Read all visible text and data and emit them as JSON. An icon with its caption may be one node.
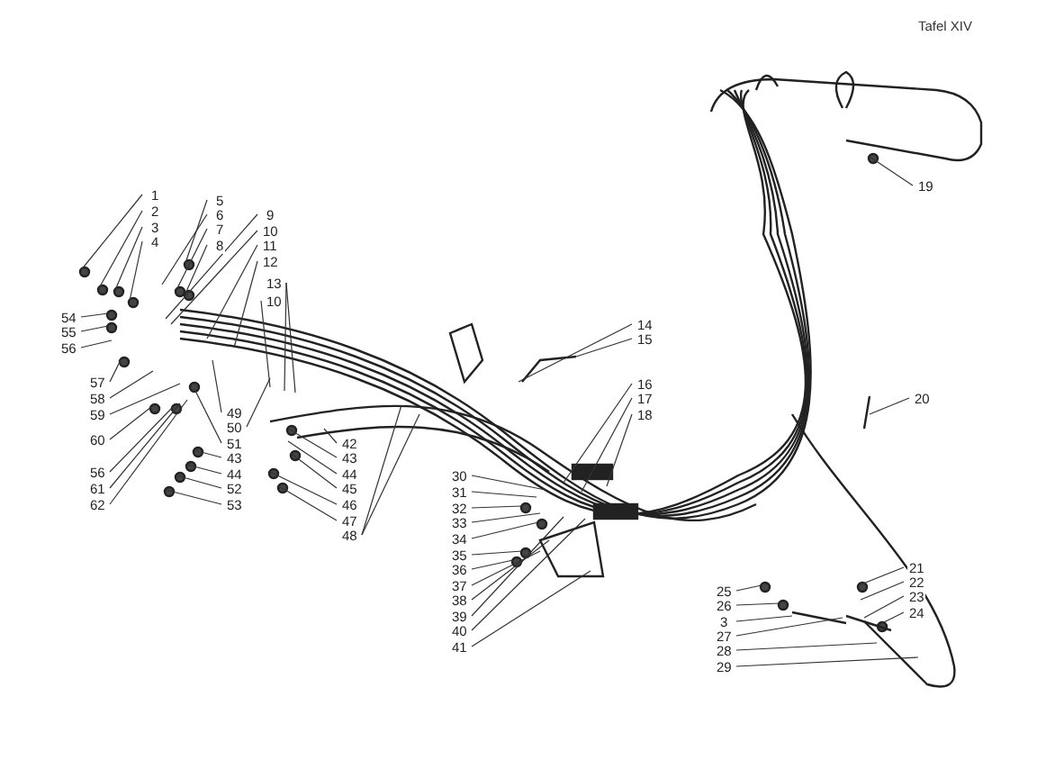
{
  "diagram": {
    "nodes": [
      {
        "text": [
          "1"
        ]
      },
      {
        "text": [
          "2"
        ]
      },
      {
        "text": [
          "3"
        ]
      },
      {
        "text": [
          "4"
        ]
      },
      {
        "text": [
          "5"
        ]
      },
      {
        "text": [
          "6"
        ]
      },
      {
        "text": [
          "7"
        ]
      },
      {
        "text": [
          "8"
        ]
      },
      {
        "text": [
          "9"
        ]
      },
      {
        "text": [
          "10"
        ]
      },
      {
        "text": [
          "11"
        ]
      },
      {
        "text": [
          "12"
        ]
      },
      {
        "text": [
          "13"
        ]
      },
      {
        "text": [
          "10"
        ]
      },
      {
        "text": [
          "54"
        ]
      },
      {
        "text": [
          "55"
        ]
      },
      {
        "text": [
          "56"
        ]
      },
      {
        "text": [
          "57"
        ]
      },
      {
        "text": [
          "58"
        ]
      },
      {
        "text": [
          "59"
        ]
      },
      {
        "text": [
          "60"
        ]
      },
      {
        "text": [
          "56"
        ]
      },
      {
        "text": [
          "61"
        ]
      },
      {
        "text": [
          "62"
        ]
      },
      {
        "text": [
          "49"
        ]
      },
      {
        "text": [
          "50"
        ]
      },
      {
        "text": [
          "51"
        ]
      },
      {
        "text": [
          "43"
        ]
      },
      {
        "text": [
          "44"
        ]
      },
      {
        "text": [
          "52"
        ]
      },
      {
        "text": [
          "53"
        ]
      },
      {
        "text": [
          "42"
        ]
      },
      {
        "text": [
          "43"
        ]
      },
      {
        "text": [
          "44"
        ]
      },
      {
        "text": [
          "45"
        ]
      },
      {
        "text": [
          "46"
        ]
      },
      {
        "text": [
          "47"
        ]
      },
      {
        "text": [
          "48"
        ]
      },
      {
        "text": [
          "14"
        ]
      },
      {
        "text": [
          "15"
        ]
      },
      {
        "text": [
          "16"
        ]
      },
      {
        "text": [
          "17"
        ]
      },
      {
        "text": [
          "18"
        ]
      },
      {
        "text": [
          "30"
        ]
      },
      {
        "text": [
          "31"
        ]
      },
      {
        "text": [
          "32"
        ]
      },
      {
        "text": [
          "33"
        ]
      },
      {
        "text": [
          "34"
        ]
      },
      {
        "text": [
          "35"
        ]
      },
      {
        "text": [
          "36"
        ]
      },
      {
        "text": [
          "37"
        ]
      },
      {
        "text": [
          "38"
        ]
      },
      {
        "text": [
          "39"
        ]
      },
      {
        "text": [
          "40"
        ]
      },
      {
        "text": [
          "41"
        ]
      },
      {
        "text": [
          "19"
        ]
      },
      {
        "text": [
          "20"
        ]
      },
      {
        "text": [
          "21"
        ]
      },
      {
        "text": [
          "22"
        ]
      },
      {
        "text": [
          "23"
        ]
      },
      {
        "text": [
          "24"
        ]
      },
      {
        "text": [
          "25"
        ]
      },
      {
        "text": [
          "26"
        ]
      },
      {
        "text": [
          "3"
        ]
      },
      {
        "text": [
          "27"
        ]
      },
      {
        "text": [
          "28"
        ]
      },
      {
        "text": [
          "29"
        ]
      }
    ],
    "edges": [
      {
        "from": 0,
        "to": null,
        "arrow": "none"
      },
      {
        "from": 1,
        "to": null,
        "arrow": "none"
      },
      {
        "from": 2,
        "to": null,
        "arrow": "none"
      },
      {
        "from": 3,
        "to": null,
        "arrow": "none"
      },
      {
        "from": 4,
        "to": null,
        "arrow": "none"
      },
      {
        "from": 5,
        "to": null,
        "arrow": "none"
      },
      {
        "from": 6,
        "to": null,
        "arrow": "none"
      },
      {
        "from": 7,
        "to": null,
        "arrow": "none"
      },
      {
        "from": 8,
        "to": null,
        "arrow": "none"
      },
      {
        "from": 9,
        "to": null,
        "arrow": "none"
      },
      {
        "from": 10,
        "to": null,
        "arrow": "none"
      },
      {
        "from": 11,
        "to": null,
        "arrow": "none"
      },
      {
        "from": 12,
        "to": null,
        "arrow": "none"
      },
      {
        "from": 12,
        "to": null,
        "arrow": "none"
      },
      {
        "from": 13,
        "to": null,
        "arrow": "none"
      },
      {
        "from": 14,
        "to": null,
        "arrow": "none"
      },
      {
        "from": 15,
        "to": null,
        "arrow": "none"
      },
      {
        "from": 16,
        "to": null,
        "arrow": "none"
      },
      {
        "from": 17,
        "to": null,
        "arrow": "none"
      },
      {
        "from": 18,
        "to": null,
        "arrow": "none"
      },
      {
        "from": 19,
        "to": null,
        "arrow": "none"
      },
      {
        "from": 20,
        "to": null,
        "arrow": "none"
      },
      {
        "from": 21,
        "to": null,
        "arrow": "none"
      },
      {
        "from": 22,
        "to": null,
        "arrow": "none"
      },
      {
        "from": 23,
        "to": null,
        "arrow": "none"
      },
      {
        "from": 24,
        "to": null,
        "arrow": "none"
      },
      {
        "from": 25,
        "to": null,
        "arrow": "none"
      },
      {
        "from": 26,
        "to": null,
        "arrow": "none"
      },
      {
        "from": 27,
        "to": null,
        "arrow": "none"
      },
      {
        "from": 28,
        "to": null,
        "arrow": "none"
      },
      {
        "from": 29,
        "to": null,
        "arrow": "none"
      },
      {
        "from": 30,
        "to": null,
        "arrow": "none"
      },
      {
        "from": 31,
        "to": null,
        "arrow": "none"
      },
      {
        "from": 32,
        "to": null,
        "arrow": "none"
      },
      {
        "from": 33,
        "to": null,
        "arrow": "none"
      },
      {
        "from": 34,
        "to": null,
        "arrow": "none"
      },
      {
        "from": 35,
        "to": null,
        "arrow": "none"
      },
      {
        "from": 36,
        "to": null,
        "arrow": "none"
      },
      {
        "from": 37,
        "to": null,
        "arrow": "none"
      },
      {
        "from": 37,
        "to": null,
        "arrow": "none"
      },
      {
        "from": 38,
        "to": null,
        "arrow": "none"
      },
      {
        "from": 39,
        "to": null,
        "arrow": "none"
      },
      {
        "from": 40,
        "to": null,
        "arrow": "none"
      },
      {
        "from": 41,
        "to": null,
        "arrow": "none"
      },
      {
        "from": 42,
        "to": null,
        "arrow": "none"
      },
      {
        "from": 43,
        "to": null,
        "arrow": "none"
      },
      {
        "from": 44,
        "to": null,
        "arrow": "none"
      },
      {
        "from": 45,
        "to": null,
        "arrow": "none"
      },
      {
        "from": 46,
        "to": null,
        "arrow": "none"
      },
      {
        "from": 47,
        "to": null,
        "arrow": "none"
      },
      {
        "from": 48,
        "to": null,
        "arrow": "none"
      },
      {
        "from": 49,
        "to": null,
        "arrow": "none"
      },
      {
        "from": 50,
        "to": null,
        "arrow": "none"
      },
      {
        "from": 51,
        "to": null,
        "arrow": "none"
      },
      {
        "from": 52,
        "to": null,
        "arrow": "none"
      },
      {
        "from": 53,
        "to": null,
        "arrow": "none"
      },
      {
        "from": 54,
        "to": null,
        "arrow": "none"
      },
      {
        "from": 55,
        "to": null,
        "arrow": "none"
      },
      {
        "from": 56,
        "to": null,
        "arrow": "none"
      },
      {
        "from": 57,
        "to": null,
        "arrow": "none"
      },
      {
        "from": 58,
        "to": null,
        "arrow": "none"
      },
      {
        "from": 59,
        "to": null,
        "arrow": "none"
      },
      {
        "from": 60,
        "to": null,
        "arrow": "none"
      },
      {
        "from": 61,
        "to": null,
        "arrow": "none"
      },
      {
        "from": 62,
        "to": null,
        "arrow": "none"
      },
      {
        "from": 63,
        "to": null,
        "arrow": "none"
      },
      {
        "from": 64,
        "to": null,
        "arrow": "none"
      },
      {
        "from": 65,
        "to": null,
        "arrow": "none"
      },
      {
        "from": 66,
        "to": null,
        "arrow": "none"
      }
    ],
    "labels": [
      "Tafel XIV"
    ]
  }
}
